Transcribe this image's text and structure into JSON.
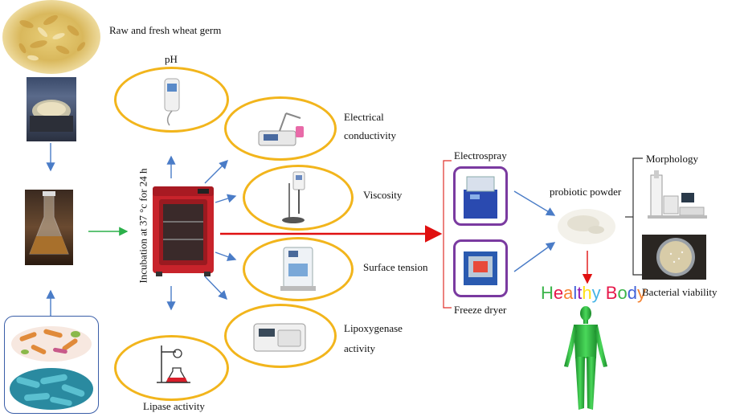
{
  "inputs": {
    "raw_label": "Raw and fresh wheat germ"
  },
  "incubation": {
    "label": "Incubation at 37 °c for 24 h"
  },
  "assays": {
    "ph": "pH",
    "conductivity_line1": "Electrical",
    "conductivity_line2": "conductivity",
    "viscosity": "Viscosity",
    "surface_tension": "Surface tension",
    "lipoxygenase_line1": "Lipoxygenase",
    "lipoxygenase_line2": "activity",
    "lipase": "Lipase activity"
  },
  "drying": {
    "electrospray": "Electrospray",
    "freeze_dryer": "Freeze dryer"
  },
  "product": {
    "powder": "probiotic powder",
    "healthy_body": {
      "letters": [
        "H",
        "e",
        "a",
        "l",
        "t",
        "h",
        "y",
        " ",
        "B",
        "o",
        "d",
        "y"
      ],
      "colors": [
        "#3cb44b",
        "#e6194b",
        "#f58231",
        "#4363d8",
        "#911eb4",
        "#ffe119",
        "#46b4e6",
        "#ffffff",
        "#e6194b",
        "#3cb44b",
        "#4363d8",
        "#f58231"
      ]
    }
  },
  "analysis": {
    "morphology": "Morphology",
    "viability": "Bacterial viability"
  },
  "colors": {
    "oval_border": "#f2b51c",
    "dryer_box_border": "#7a3aa0",
    "bracket_red": "#e0302a",
    "arrow_blue": "#4a7cc7",
    "arrow_green": "#2bb04a",
    "arrow_red": "#e01010",
    "incubator_red": "#c8232b"
  }
}
